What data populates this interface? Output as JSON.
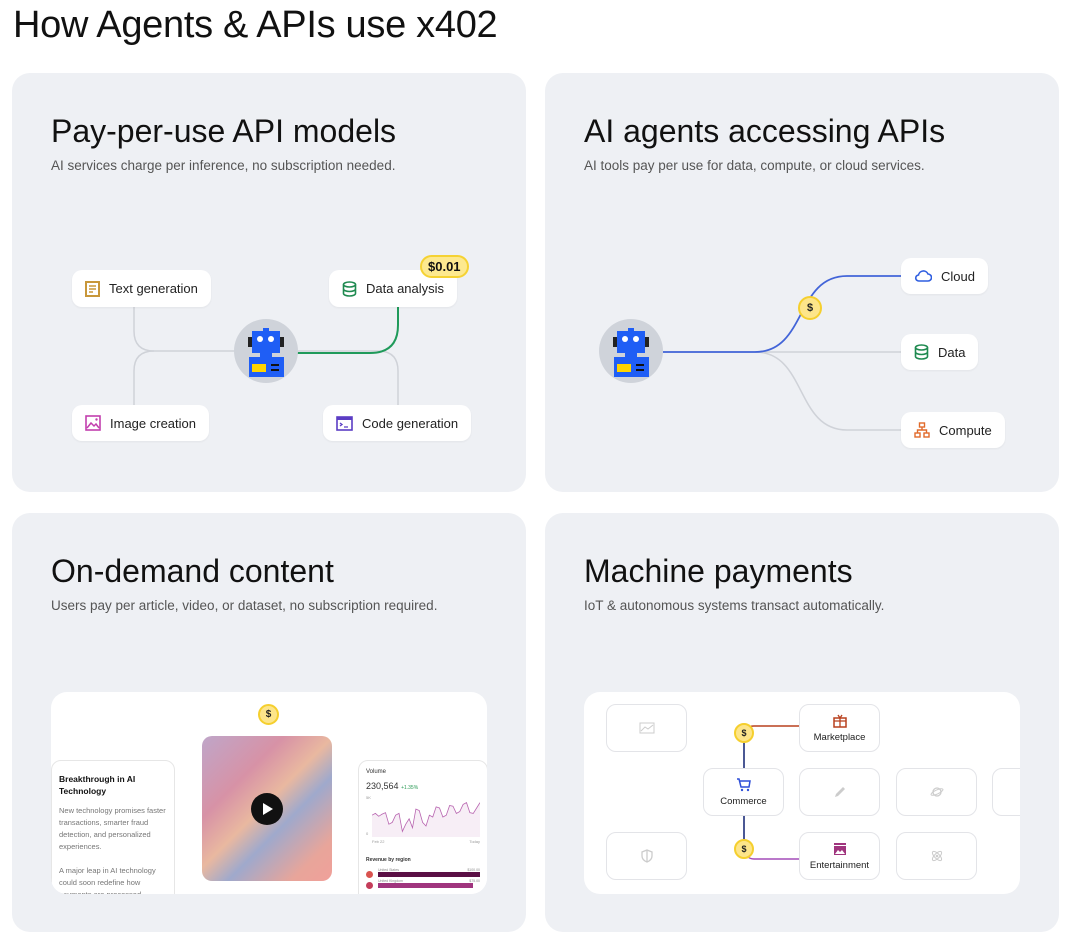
{
  "page_title": "How Agents & APIs use x402",
  "cards": [
    {
      "title": "Pay-per-use API models",
      "subtitle": "AI services charge per inference, no subscription needed.",
      "nodes": [
        {
          "label": "Text generation",
          "icon": "document-icon",
          "color": "#c8973a"
        },
        {
          "label": "Data analysis",
          "icon": "database-icon",
          "color": "#1f8a50"
        },
        {
          "label": "Image creation",
          "icon": "image-icon",
          "color": "#c23fae"
        },
        {
          "label": "Code generation",
          "icon": "terminal-icon",
          "color": "#5b3dc4"
        }
      ],
      "price_badge": "$0.01"
    },
    {
      "title": "AI agents accessing APIs",
      "subtitle": "AI tools pay per use for data, compute, or cloud services.",
      "nodes": [
        {
          "label": "Cloud",
          "icon": "cloud-icon",
          "color": "#2f5ee0"
        },
        {
          "label": "Data",
          "icon": "database-icon",
          "color": "#1f8a50"
        },
        {
          "label": "Compute",
          "icon": "network-icon",
          "color": "#e06a2a"
        }
      ],
      "coin": "$"
    },
    {
      "title": "On-demand content",
      "subtitle": "Users pay per article, video, or dataset, no subscription required.",
      "coin": "$",
      "article": {
        "title": "Breakthrough in AI Technology",
        "p1": "New technology promises faster transactions, smarter fraud detection, and personalized experiences.",
        "p2": "A major leap in AI technology could soon redefine how payments are processed."
      },
      "chart": {
        "title": "Volume",
        "value": "230,564",
        "change": "+1.35%",
        "y_max": "5K",
        "y_min": "0",
        "x_start": "Feb 22",
        "x_end": "Today",
        "section": "Revenue by region",
        "regions": [
          {
            "name": "United States",
            "value": "$100.00",
            "share": 1.0
          },
          {
            "name": "United Kingdom",
            "value": "$75.00",
            "share": 0.93
          }
        ],
        "series": [
          0.55,
          0.6,
          0.52,
          0.58,
          0.62,
          0.3,
          0.35,
          0.55,
          0.6,
          0.1,
          0.3,
          0.45,
          0.2,
          0.72,
          0.68,
          0.35,
          0.25,
          0.55,
          0.5,
          0.78,
          0.75,
          0.5,
          0.55,
          0.82,
          0.8,
          0.6,
          0.65,
          0.85,
          0.9,
          0.62,
          0.6,
          0.75,
          0.9
        ]
      }
    },
    {
      "title": "Machine payments",
      "subtitle": "IoT & autonomous systems transact automatically.",
      "tiles": {
        "marketplace": "Marketplace",
        "commerce": "Commerce",
        "entertainment": "Entertainment"
      },
      "coin": "$"
    }
  ]
}
